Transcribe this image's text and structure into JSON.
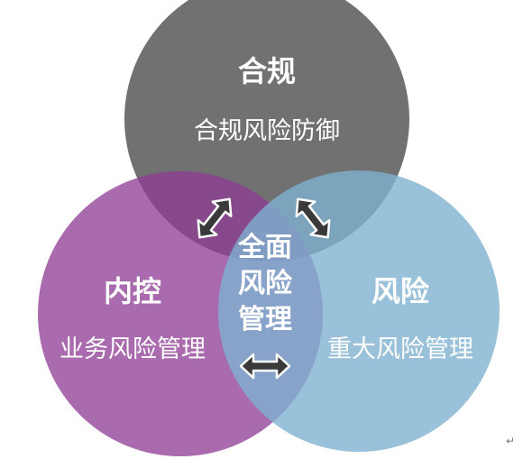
{
  "diagram": {
    "circles": [
      {
        "id": "compliance",
        "title": "合规",
        "subtitle": "合规风险防御",
        "color": "#5a5a5a"
      },
      {
        "id": "internal-control",
        "title": "内控",
        "subtitle": "业务风险管理",
        "color": "#8e3d95"
      },
      {
        "id": "risk",
        "title": "风险",
        "subtitle": "重大风险管理",
        "color": "#7fb2cf"
      }
    ],
    "center": {
      "lines": [
        "全面",
        "风险",
        "管理"
      ]
    },
    "corner_mark": "↵",
    "colors": {
      "arrow_fill": "#3a3a3a",
      "arrow_stroke": "#ffffff",
      "text": "#ffffff"
    }
  }
}
